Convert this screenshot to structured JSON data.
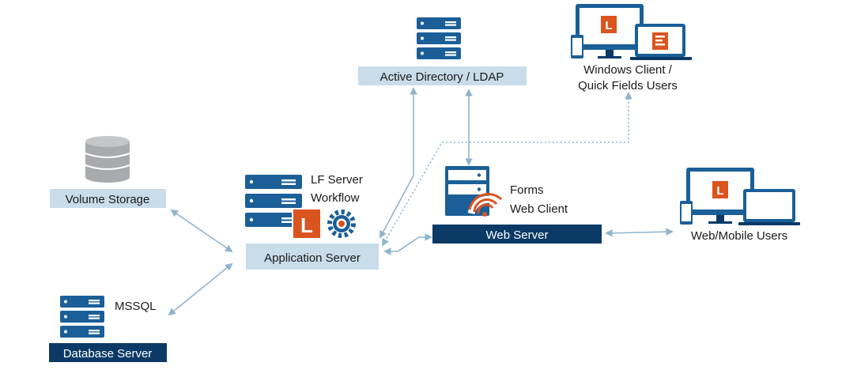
{
  "nodes": {
    "active_directory": {
      "label": "Active Directory / LDAP"
    },
    "volume_storage": {
      "label": "Volume Storage"
    },
    "application_server": {
      "label": "Application Server",
      "caption_line1": "LF Server",
      "caption_line2": "Workflow"
    },
    "web_server": {
      "label": "Web Server",
      "caption_line1": "Forms",
      "caption_line2": "Web Client"
    },
    "database_server": {
      "label": "Database Server",
      "caption": "MSSQL"
    },
    "windows_clients": {
      "label_line1": "Windows Client /",
      "label_line2": "Quick Fields Users"
    },
    "web_mobile_users": {
      "label": "Web/Mobile Users"
    }
  },
  "logo_letter": "L",
  "colors": {
    "dark_blue": "#0b3a66",
    "server_blue": "#1b5f98",
    "light_box": "#c9dcea",
    "connector": "#8fb4cc",
    "orange": "#d9541e"
  },
  "icons": {
    "server": "server-rack-icon",
    "database": "database-cylinder-icon",
    "gear": "gear-icon",
    "wifi": "wifi-icon",
    "laptop": "laptop-icon",
    "monitor": "monitor-icon",
    "phone": "phone-icon"
  }
}
